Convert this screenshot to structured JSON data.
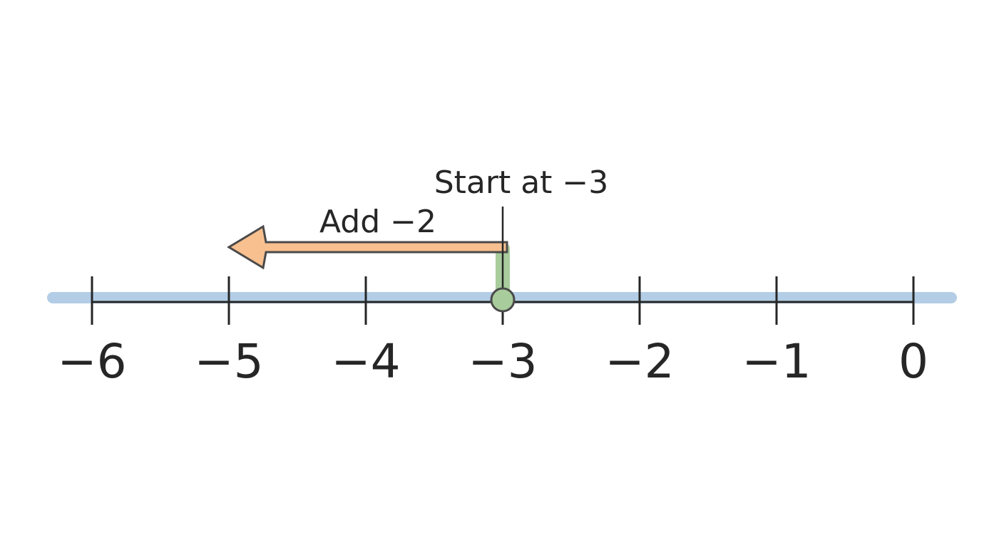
{
  "number_line": {
    "min": -6,
    "max": 0,
    "ticks": [
      {
        "value": -6,
        "label": "−6"
      },
      {
        "value": -5,
        "label": "−5"
      },
      {
        "value": -4,
        "label": "−4"
      },
      {
        "value": -3,
        "label": "−3"
      },
      {
        "value": -2,
        "label": "−2"
      },
      {
        "value": -1,
        "label": "−1"
      },
      {
        "value": 0,
        "label": "0"
      }
    ]
  },
  "start": {
    "value": -3,
    "label": "Start at −3"
  },
  "move": {
    "amount": -2,
    "label": "Add −2"
  },
  "colors": {
    "line_highlight": "#b3cde6",
    "axis": "#262626",
    "start_point": "#a9cc9c",
    "start_marker": "#a9cc9c",
    "arrow_fill": "#f8c08f",
    "arrow_stroke": "#4a4a4a",
    "text": "#262626"
  }
}
